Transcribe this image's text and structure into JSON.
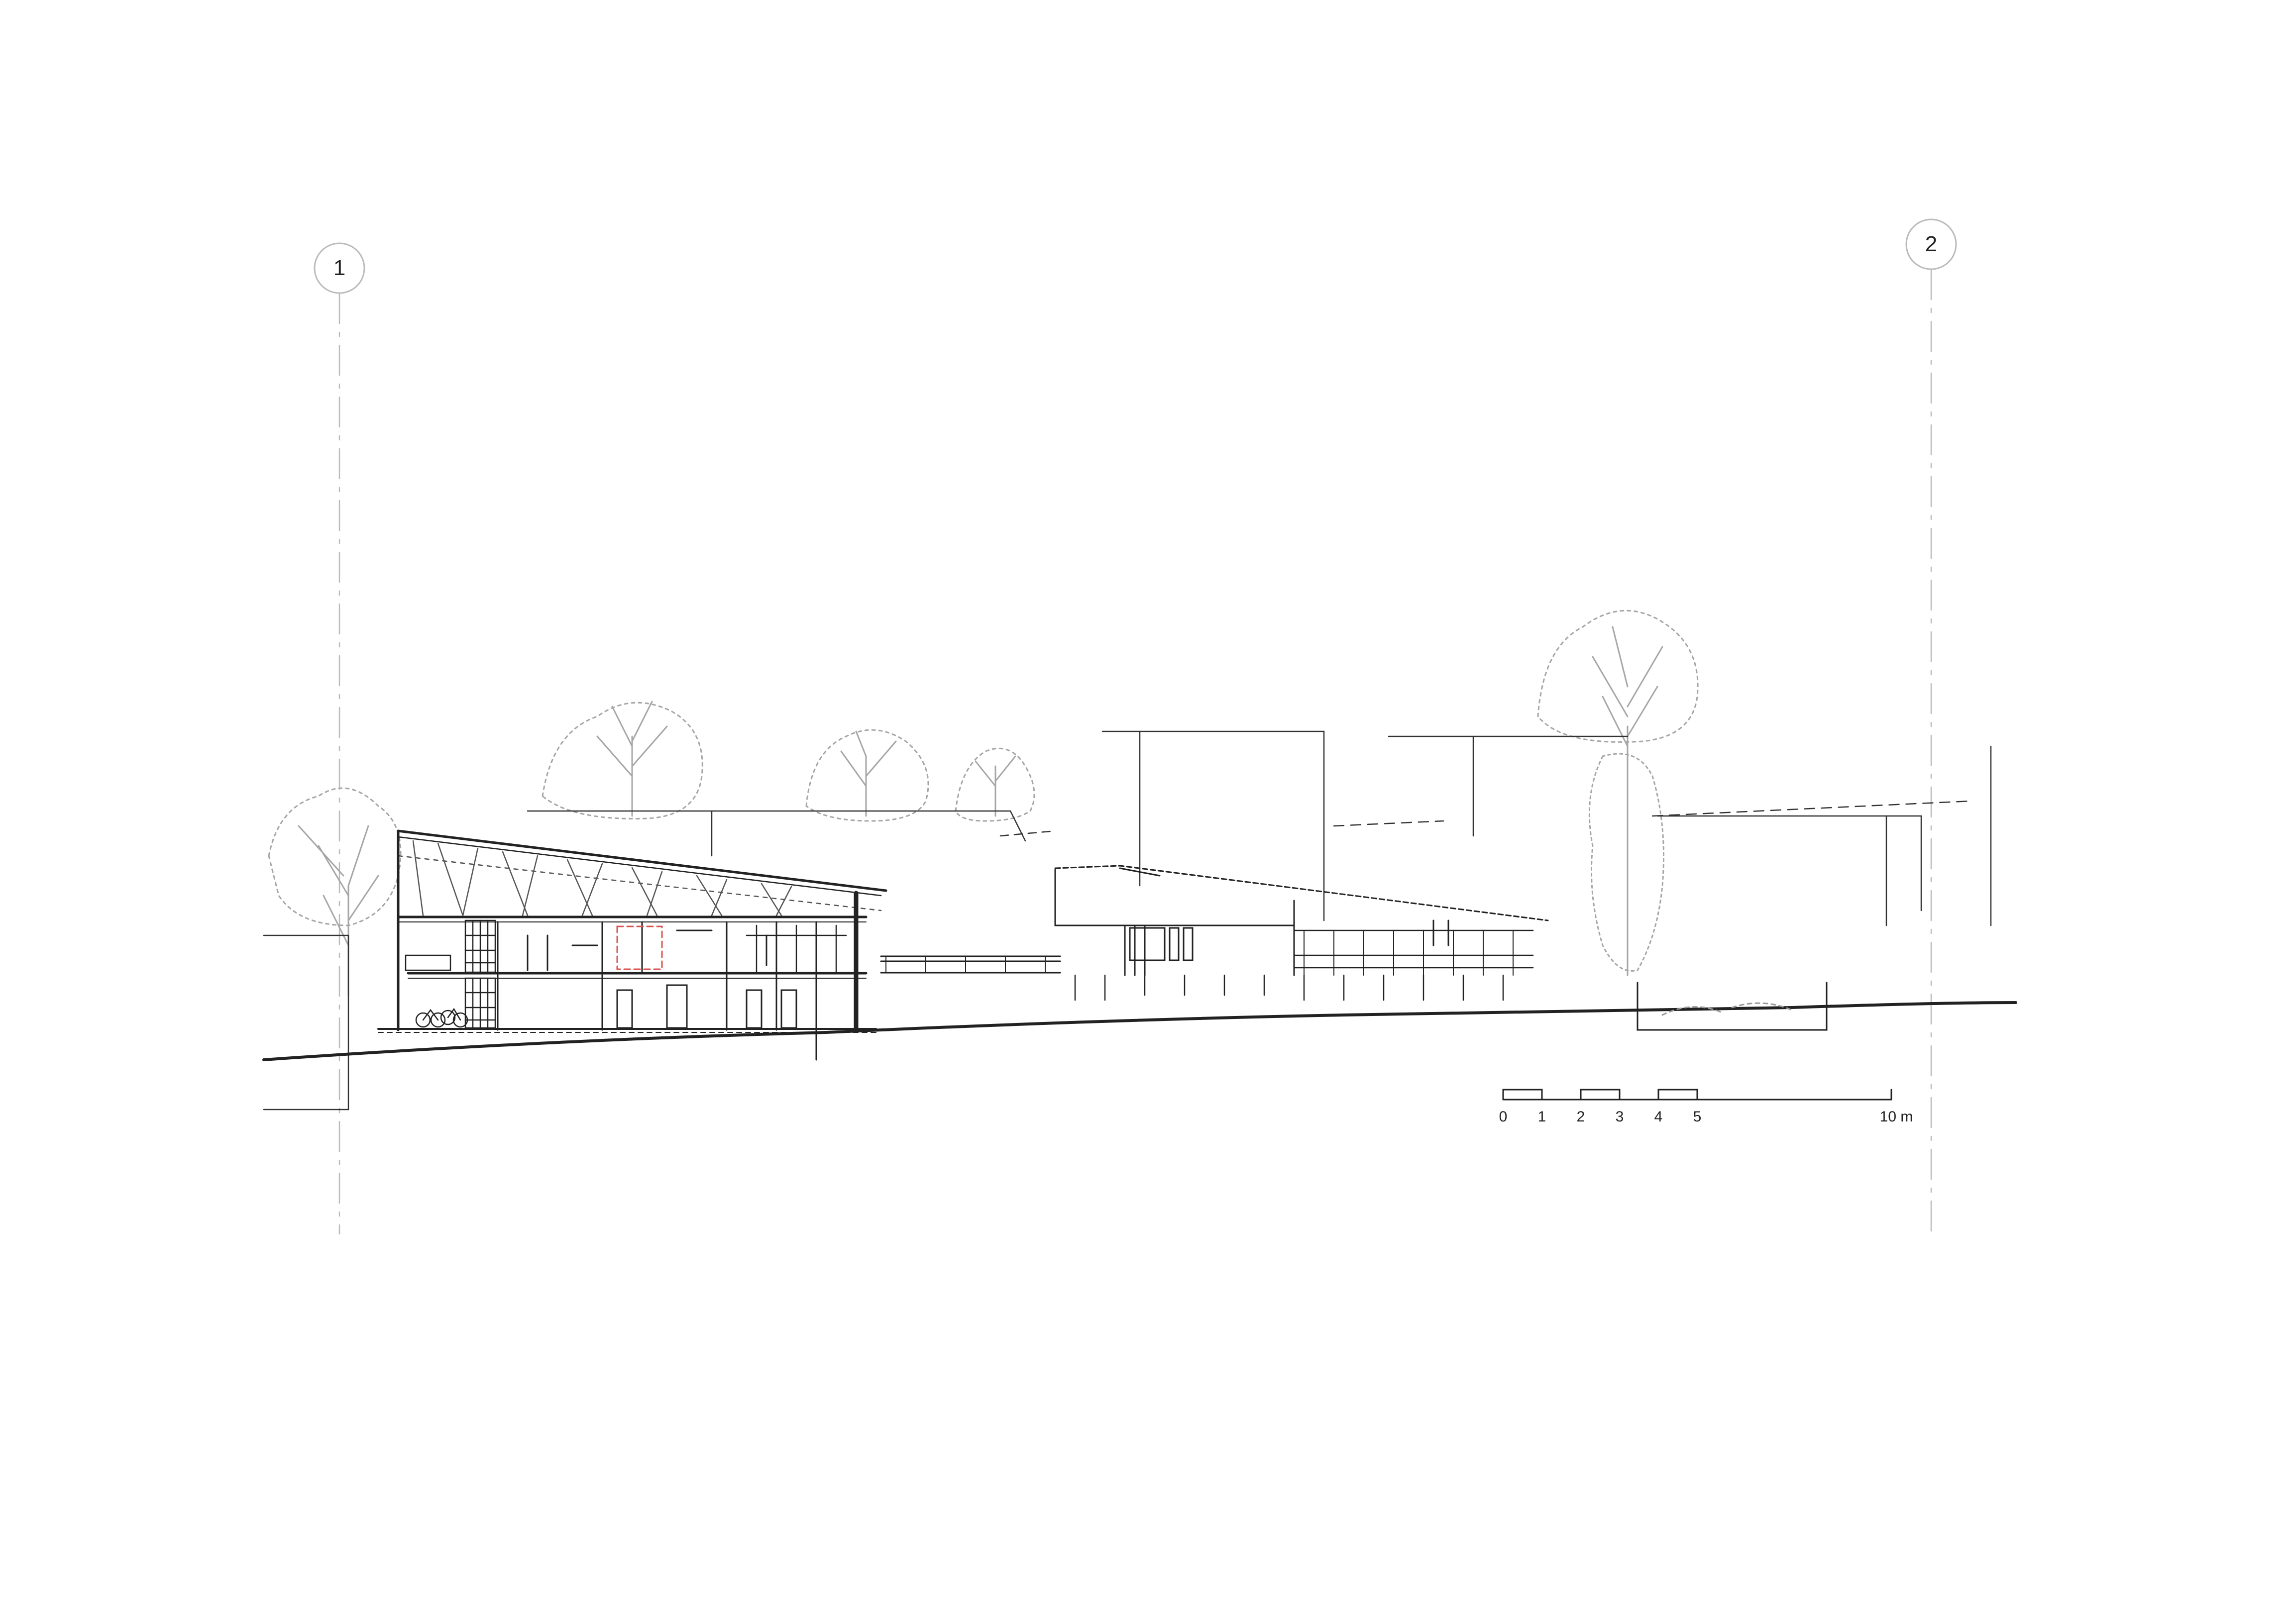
{
  "grid_markers": [
    {
      "label": "1"
    },
    {
      "label": "2"
    }
  ],
  "scale_bar": {
    "ticks": [
      "0",
      "1",
      "2",
      "3",
      "4",
      "5",
      "10 m"
    ]
  },
  "colors": {
    "line": "#222222",
    "tree": "#9a9a9a",
    "highlight": "#d9534f"
  }
}
